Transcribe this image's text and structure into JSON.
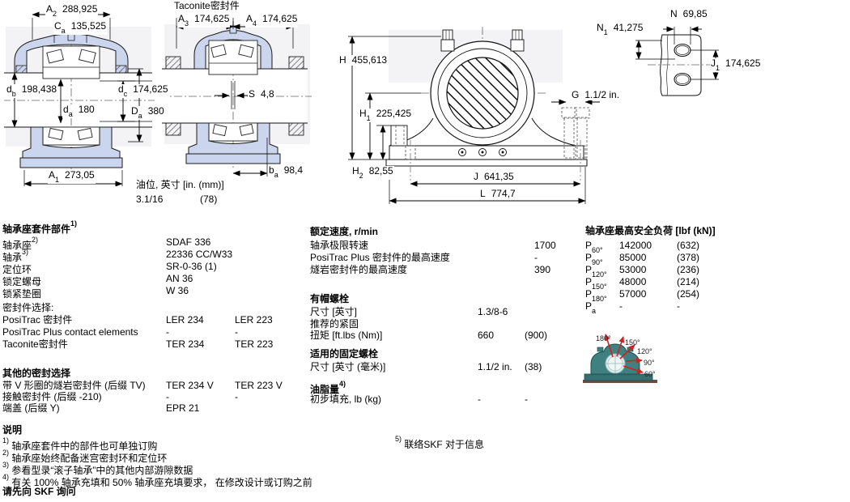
{
  "drawings": {
    "view1": {
      "dims": {
        "A2": {
          "sym": "A",
          "sub": "2",
          "val": "288,925"
        },
        "Ca": {
          "sym": "C",
          "sub": "a",
          "val": "135,525"
        },
        "db": {
          "sym": "d",
          "sub": "b",
          "val": "198,438"
        },
        "dc": {
          "sym": "d",
          "sub": "c",
          "val": "174,625"
        },
        "da": {
          "sym": "d",
          "sub": "a",
          "val": "180"
        },
        "Da": {
          "sym": "D",
          "sub": "a",
          "val": "380"
        },
        "A1": {
          "sym": "A",
          "sub": "1",
          "val": "273,05"
        }
      }
    },
    "view2": {
      "title": "Taconite密封件",
      "dims": {
        "A3": {
          "sym": "A",
          "sub": "3",
          "val": "174,625"
        },
        "A4": {
          "sym": "A",
          "sub": "4",
          "val": "174,625"
        },
        "S": {
          "sym": "S",
          "sub": "",
          "val": "4,8"
        },
        "ba": {
          "sym": "b",
          "sub": "a",
          "val": "98,4"
        }
      },
      "oil": {
        "label": "油位, 英寸 [in. (mm)]",
        "val1": "3.1/16",
        "val2": "(78)"
      }
    },
    "view3": {
      "dims": {
        "H": {
          "sym": "H",
          "sub": "",
          "val": "455,613"
        },
        "H1": {
          "sym": "H",
          "sub": "1",
          "val": "225,425"
        },
        "H2": {
          "sym": "H",
          "sub": "2",
          "val": "82,55"
        },
        "J": {
          "sym": "J",
          "sub": "",
          "val": "641,35"
        },
        "L": {
          "sym": "L",
          "sub": "",
          "val": "774,7"
        },
        "G": {
          "sym": "G",
          "sub": "",
          "val": "1.1/2 in."
        },
        "N1": {
          "sym": "N",
          "sub": "1",
          "val": "41,275"
        }
      }
    },
    "view4": {
      "dims": {
        "N": {
          "sym": "N",
          "sub": "",
          "val": "69,85"
        },
        "J1": {
          "sym": "J",
          "sub": "1",
          "val": "174,625"
        }
      }
    }
  },
  "parts": {
    "header": "轴承座套件部件",
    "header_sup": "1)",
    "rows": [
      {
        "label": "轴承座",
        "sup": "2)",
        "val": "SDAF 336"
      },
      {
        "label": "轴承",
        "sup": "3)",
        "val": "22336 CC/W33"
      },
      {
        "label": "定位环",
        "sup": "",
        "val": "SR-0-36 (1)"
      },
      {
        "label": "锁定螺母",
        "sup": "",
        "val": "AN 36"
      },
      {
        "label": "锁紧垫圈",
        "sup": "",
        "val": "W 36"
      }
    ]
  },
  "seals": {
    "header": "密封件选择:",
    "rows": [
      {
        "label": "PosiTrac 密封件",
        "val1": "LER 234",
        "val2": "LER 223"
      },
      {
        "label": "PosiTrac Plus contact elements",
        "val1": "-",
        "val2": "-"
      },
      {
        "label": "Taconite密封件",
        "val1": "TER 234",
        "val2": "TER 223"
      }
    ]
  },
  "other_seals": {
    "header": "其他的密封选择",
    "rows": [
      {
        "label": "带 V 形圈的燧岩密封件 (后缀 TV)",
        "val1": "TER 234 V",
        "val2": "TER 223 V"
      },
      {
        "label": "接触密封件 (后缀 -210)",
        "val1": "-",
        "val2": "-"
      },
      {
        "label": "端盖 (后缀 Y)",
        "val1": "EPR 21",
        "val2": ""
      }
    ]
  },
  "notes": {
    "header": "说明",
    "items": [
      {
        "sup": "1)",
        "text": "轴承座套件中的部件也可单独订购"
      },
      {
        "sup": "2)",
        "text": "轴承座始终配备迷宫密封环和定位环"
      },
      {
        "sup": "3)",
        "text": "参看型录“滚子轴承”中的其他内部游隙数据"
      },
      {
        "sup": "4)",
        "text": "有关 100% 轴承充填和 50% 轴承座充填要求， 在修改设计或订购之前"
      }
    ],
    "footer": "请先向 SKF 询问"
  },
  "speeds": {
    "header": "额定速度, r/min",
    "rows": [
      {
        "label": "轴承极限转速",
        "val": "1700"
      },
      {
        "label": "PosiTrac Plus 密封件的最高速度",
        "val": "-"
      },
      {
        "label": "燧岩密封件的最高速度",
        "val": "390"
      }
    ]
  },
  "cap_screws": {
    "header": "有帽螺栓",
    "size_label": "尺寸 [英寸]",
    "size_val": "1.3/8-6",
    "torque_label1": "推荐的紧固",
    "torque_label2": "扭矩 [ft.lbs (Nm)]",
    "torque_val1": "660",
    "torque_val2": "(900)"
  },
  "attach_bolts": {
    "header": "适用的固定螺栓",
    "size_label": "尺寸 [英寸 (毫米)]",
    "val1": "1.1/2 in.",
    "val2": "(38)"
  },
  "grease": {
    "header": "油脂量",
    "header_sup": "4)",
    "row_label": "初步填充, lb (kg)",
    "val1": "-",
    "val2": "-"
  },
  "note5": {
    "sup": "5)",
    "text": "联络SKF 对于信息"
  },
  "loads": {
    "header": "轴承座最高安全负荷 [lbf (kN)]",
    "rows": [
      {
        "sym": "P",
        "sub": "60°",
        "val1": "142000",
        "val2": "(632)"
      },
      {
        "sym": "P",
        "sub": "90°",
        "val1": "85000",
        "val2": "(378)"
      },
      {
        "sym": "P",
        "sub": "120°",
        "val1": "53000",
        "val2": "(236)"
      },
      {
        "sym": "P",
        "sub": "150°",
        "val1": "48000",
        "val2": "(214)"
      },
      {
        "sym": "P",
        "sub": "180°",
        "val1": "57000",
        "val2": "(254)"
      },
      {
        "sym": "P",
        "sub": "a",
        "val1": "-",
        "val2": "-"
      }
    ],
    "angle_labels": [
      "180°",
      "150°",
      "120°",
      "90°",
      "60°"
    ]
  },
  "colors": {
    "drawing_fill": "#ccd5ee",
    "illustration_teal": "#3f8181",
    "arrow_red": "#cc2222"
  }
}
